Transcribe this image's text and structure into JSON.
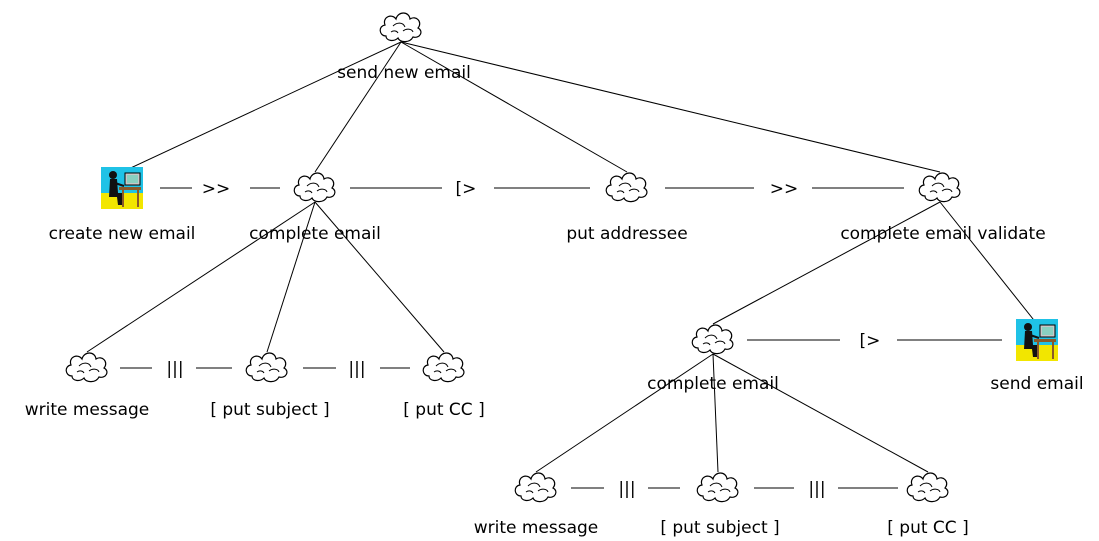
{
  "nodes": [
    {
      "id": "root",
      "type": "abstract",
      "label": "send new email"
    },
    {
      "id": "create",
      "type": "interaction",
      "label": "create new email"
    },
    {
      "id": "complete1",
      "type": "abstract",
      "label": "complete email"
    },
    {
      "id": "addressee",
      "type": "abstract",
      "label": "put addressee"
    },
    {
      "id": "validate",
      "type": "abstract",
      "label": "complete email validate"
    },
    {
      "id": "write1",
      "type": "abstract",
      "label": "write message"
    },
    {
      "id": "subject1",
      "type": "abstract",
      "label": "[ put subject ]"
    },
    {
      "id": "cc1",
      "type": "abstract",
      "label": "[ put CC ]"
    },
    {
      "id": "complete2",
      "type": "abstract",
      "label": "complete email"
    },
    {
      "id": "send",
      "type": "interaction",
      "label": "send email"
    },
    {
      "id": "write2",
      "type": "abstract",
      "label": "write message"
    },
    {
      "id": "subject2",
      "type": "abstract",
      "label": "[ put subject ]"
    },
    {
      "id": "cc2",
      "type": "abstract",
      "label": "[ put CC ]"
    }
  ],
  "edges": [
    [
      "root",
      "create"
    ],
    [
      "root",
      "complete1"
    ],
    [
      "root",
      "addressee"
    ],
    [
      "root",
      "validate"
    ],
    [
      "complete1",
      "write1"
    ],
    [
      "complete1",
      "subject1"
    ],
    [
      "complete1",
      "cc1"
    ],
    [
      "validate",
      "complete2"
    ],
    [
      "validate",
      "send"
    ],
    [
      "complete2",
      "write2"
    ],
    [
      "complete2",
      "subject2"
    ],
    [
      "complete2",
      "cc2"
    ]
  ],
  "operators": [
    {
      "from": "create",
      "to": "complete1",
      "symbol": ">>"
    },
    {
      "from": "complete1",
      "to": "addressee",
      "symbol": "[>"
    },
    {
      "from": "addressee",
      "to": "validate",
      "symbol": ">>"
    },
    {
      "from": "write1",
      "to": "subject1",
      "symbol": "|||"
    },
    {
      "from": "subject1",
      "to": "cc1",
      "symbol": "|||"
    },
    {
      "from": "complete2",
      "to": "send",
      "symbol": "[>"
    },
    {
      "from": "write2",
      "to": "subject2",
      "symbol": "|||"
    },
    {
      "from": "subject2",
      "to": "cc2",
      "symbol": "|||"
    }
  ]
}
